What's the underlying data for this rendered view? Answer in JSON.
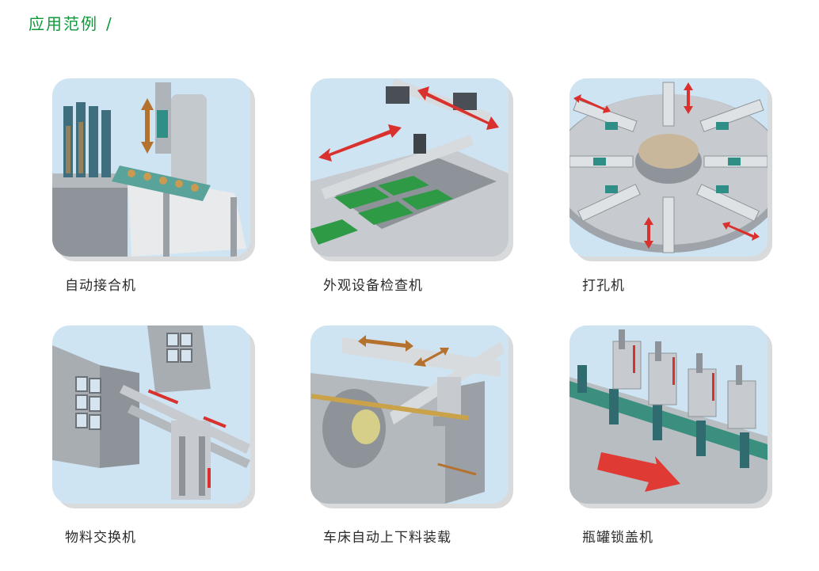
{
  "header": {
    "title": "应用范例",
    "slash": "/"
  },
  "applications": [
    {
      "caption": "自动接合机"
    },
    {
      "caption": "外观设备检查机"
    },
    {
      "caption": "打孔机"
    },
    {
      "caption": "物料交换机"
    },
    {
      "caption": "车床自动上下料装载"
    },
    {
      "caption": "瓶罐锁盖机"
    }
  ],
  "colors": {
    "title_green": "#0f9a3a",
    "arrow_red": "#d9322e",
    "arrow_brown": "#b5722f",
    "actuator_teal": "#2f8f86"
  }
}
